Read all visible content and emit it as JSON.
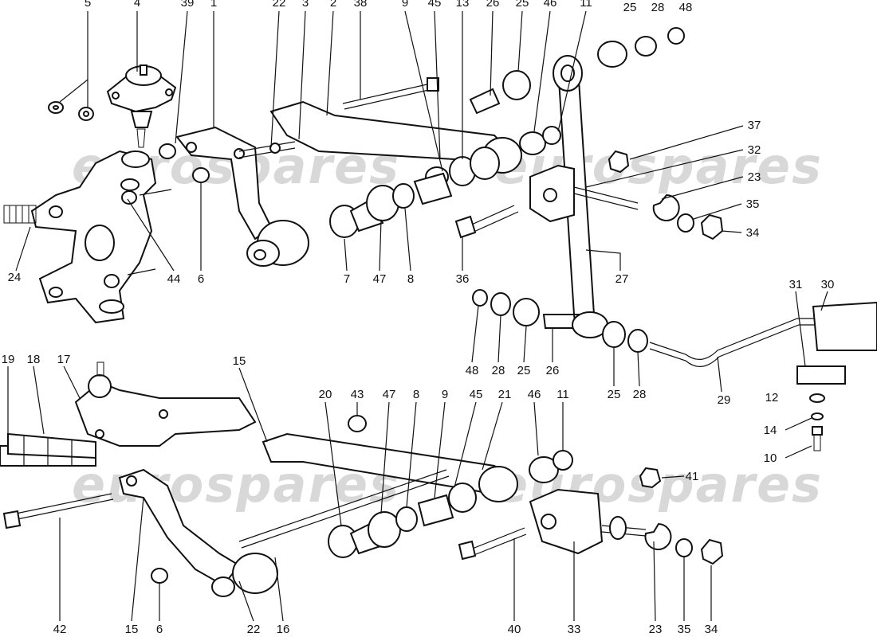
{
  "watermark": "eurospares",
  "callouts": {
    "upper": [
      {
        "text": "5"
      },
      {
        "text": "4"
      },
      {
        "text": "39"
      },
      {
        "text": "1"
      },
      {
        "text": "22"
      },
      {
        "text": "3"
      },
      {
        "text": "2"
      },
      {
        "text": "38"
      },
      {
        "text": "9"
      },
      {
        "text": "45"
      },
      {
        "text": "13"
      },
      {
        "text": "26"
      },
      {
        "text": "25"
      },
      {
        "text": "46"
      },
      {
        "text": "11"
      },
      {
        "text": "25"
      },
      {
        "text": "28"
      },
      {
        "text": "48"
      },
      {
        "text": "37"
      },
      {
        "text": "32"
      },
      {
        "text": "23"
      },
      {
        "text": "35"
      },
      {
        "text": "34"
      },
      {
        "text": "24"
      },
      {
        "text": "44"
      },
      {
        "text": "6"
      },
      {
        "text": "7"
      },
      {
        "text": "47"
      },
      {
        "text": "8"
      },
      {
        "text": "36"
      },
      {
        "text": "27"
      },
      {
        "text": "31"
      },
      {
        "text": "30"
      },
      {
        "text": "48"
      },
      {
        "text": "28"
      },
      {
        "text": "25"
      },
      {
        "text": "26"
      },
      {
        "text": "25"
      },
      {
        "text": "28"
      },
      {
        "text": "29"
      },
      {
        "text": "12"
      },
      {
        "text": "14"
      },
      {
        "text": "10"
      }
    ],
    "lower": [
      {
        "text": "19"
      },
      {
        "text": "18"
      },
      {
        "text": "17"
      },
      {
        "text": "15"
      },
      {
        "text": "20"
      },
      {
        "text": "43"
      },
      {
        "text": "47"
      },
      {
        "text": "8"
      },
      {
        "text": "9"
      },
      {
        "text": "45"
      },
      {
        "text": "21"
      },
      {
        "text": "46"
      },
      {
        "text": "11"
      },
      {
        "text": "41"
      },
      {
        "text": "42"
      },
      {
        "text": "15"
      },
      {
        "text": "6"
      },
      {
        "text": "22"
      },
      {
        "text": "16"
      },
      {
        "text": "40"
      },
      {
        "text": "33"
      },
      {
        "text": "23"
      },
      {
        "text": "35"
      },
      {
        "text": "34"
      }
    ]
  }
}
